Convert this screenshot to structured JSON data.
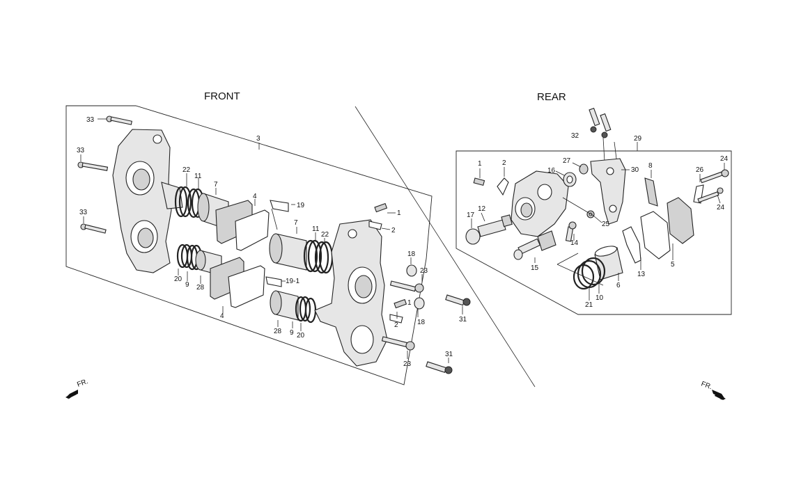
{
  "titles": {
    "front": "FRONT",
    "rear": "REAR"
  },
  "arrows": {
    "left_label": "FR.",
    "right_label": "FR."
  },
  "front_labels": {
    "l33a": "33",
    "l33b": "33",
    "l33c": "33",
    "l3": "3",
    "l22a": "22",
    "l11a": "11",
    "l7a": "7",
    "l4a": "4",
    "l19": "19",
    "l1a": "1",
    "l2a": "2",
    "l7b": "7",
    "l11b": "11",
    "l22b": "22",
    "l20a": "20",
    "l9a": "9",
    "l28a": "28",
    "l4b": "4",
    "l19_1": "19-1",
    "l18a": "18",
    "l23a": "23",
    "l1b": "1",
    "l2b": "2",
    "l18b": "18",
    "l31a": "31",
    "l28b": "28",
    "l9b": "9",
    "l20b": "20",
    "l23b": "23",
    "l31b": "31"
  },
  "rear_labels": {
    "l32": "32",
    "l29": "29",
    "l1": "1",
    "l2": "2",
    "l16": "16",
    "l27": "27",
    "l30": "30",
    "l8": "8",
    "l26": "26",
    "l24a": "24",
    "l24b": "24",
    "l17": "17",
    "l12": "12",
    "l14": "14",
    "l25": "25",
    "l15": "15",
    "l13": "13",
    "l5": "5",
    "l6": "6",
    "l10": "10",
    "l21": "21"
  }
}
